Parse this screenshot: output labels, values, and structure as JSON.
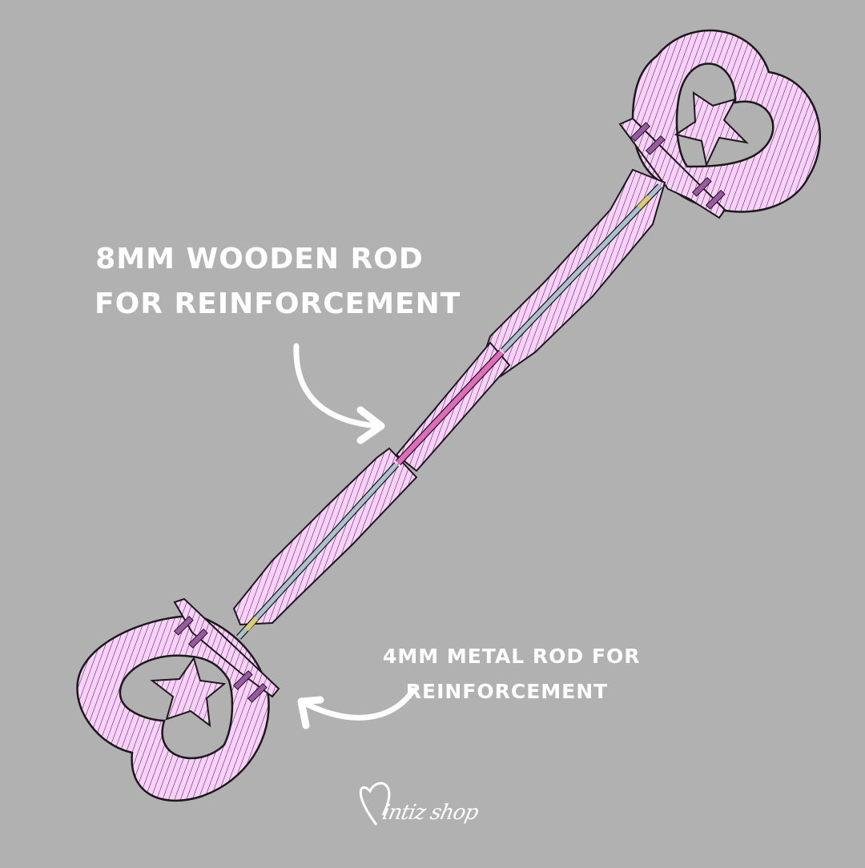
{
  "annotations": {
    "wooden_rod": {
      "line1": "8mm wooden rod",
      "line2": "for reinforcement"
    },
    "metal_rod": {
      "line1": "4mm metal rod for",
      "line2": "reinforcement"
    }
  },
  "logo": {
    "icon": "heart-icon",
    "text": "intiz shop"
  },
  "colors": {
    "background": "#b1b1b1",
    "body_fill": "#fbd0fb",
    "outline": "#1a1a1a",
    "wooden_rod": "#e36bbd",
    "metal_rod": "#a9c3cc",
    "collar": "#d9cf6a",
    "bolt": "#9a5aa3",
    "label_text": "#ffffff"
  }
}
